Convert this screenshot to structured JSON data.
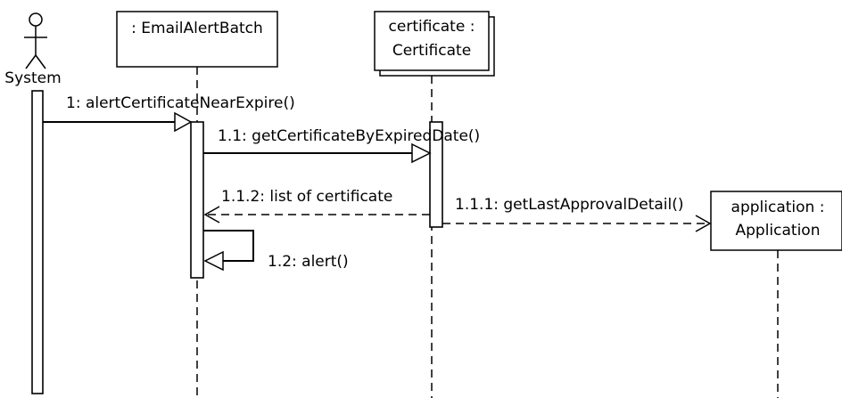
{
  "actor": {
    "name": "System"
  },
  "objects": {
    "batch": {
      "label": ": EmailAlertBatch"
    },
    "certificate": {
      "line1": "certificate :",
      "line2": "Certificate"
    },
    "application": {
      "line1": "application :",
      "line2": "Application"
    }
  },
  "messages": [
    {
      "label": "1: alertCertificateNearExpire()",
      "kind": "sync"
    },
    {
      "label": "1.1: getCertificateByExpiredDate()",
      "kind": "sync"
    },
    {
      "label": "1.1.1: getLastApprovalDetail()",
      "kind": "async-dashed"
    },
    {
      "label": "1.1.2: list of certificate",
      "kind": "return"
    },
    {
      "label": "1.2: alert()",
      "kind": "self"
    }
  ]
}
